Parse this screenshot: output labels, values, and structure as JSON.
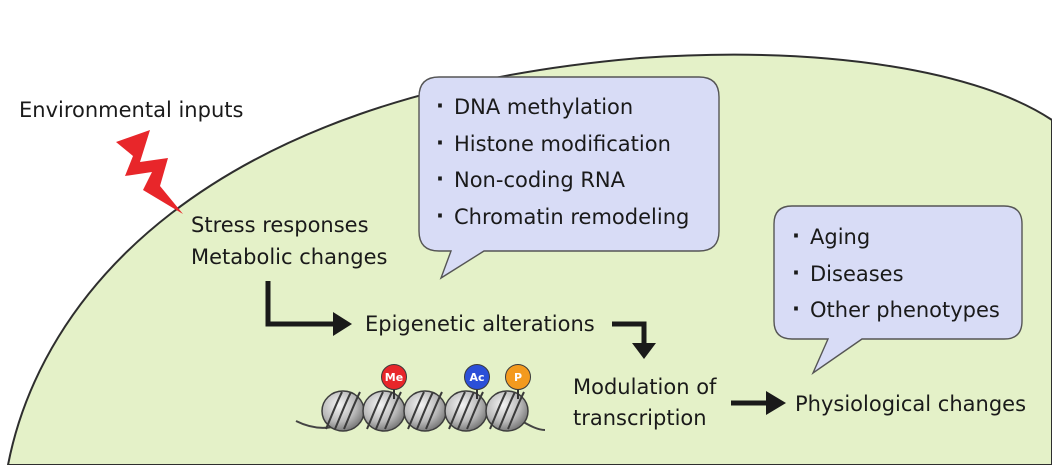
{
  "labels": {
    "environmental_inputs": "Environmental inputs",
    "stress_responses": "Stress responses",
    "metabolic_changes": "Metabolic changes",
    "epigenetic_alterations": "Epigenetic alterations",
    "modulation_line1": "Modulation of",
    "modulation_line2": "transcription",
    "physiological_changes": "Physiological changes"
  },
  "epigenetic_mechanisms": [
    "DNA methylation",
    "Histone modification",
    "Non-coding RNA",
    "Chromatin remodeling"
  ],
  "outcomes": [
    "Aging",
    "Diseases",
    "Other phenotypes"
  ],
  "histone_marks": [
    {
      "label": "Me",
      "color": "#e8262a"
    },
    {
      "label": "Ac",
      "color": "#2b4fd8"
    },
    {
      "label": "P",
      "color": "#f39a1e"
    }
  ],
  "colors": {
    "cell": "#e4f1c8",
    "callout": "#d8dcf6",
    "lightning": "#e8262a",
    "arrow": "#1a1a1a"
  }
}
